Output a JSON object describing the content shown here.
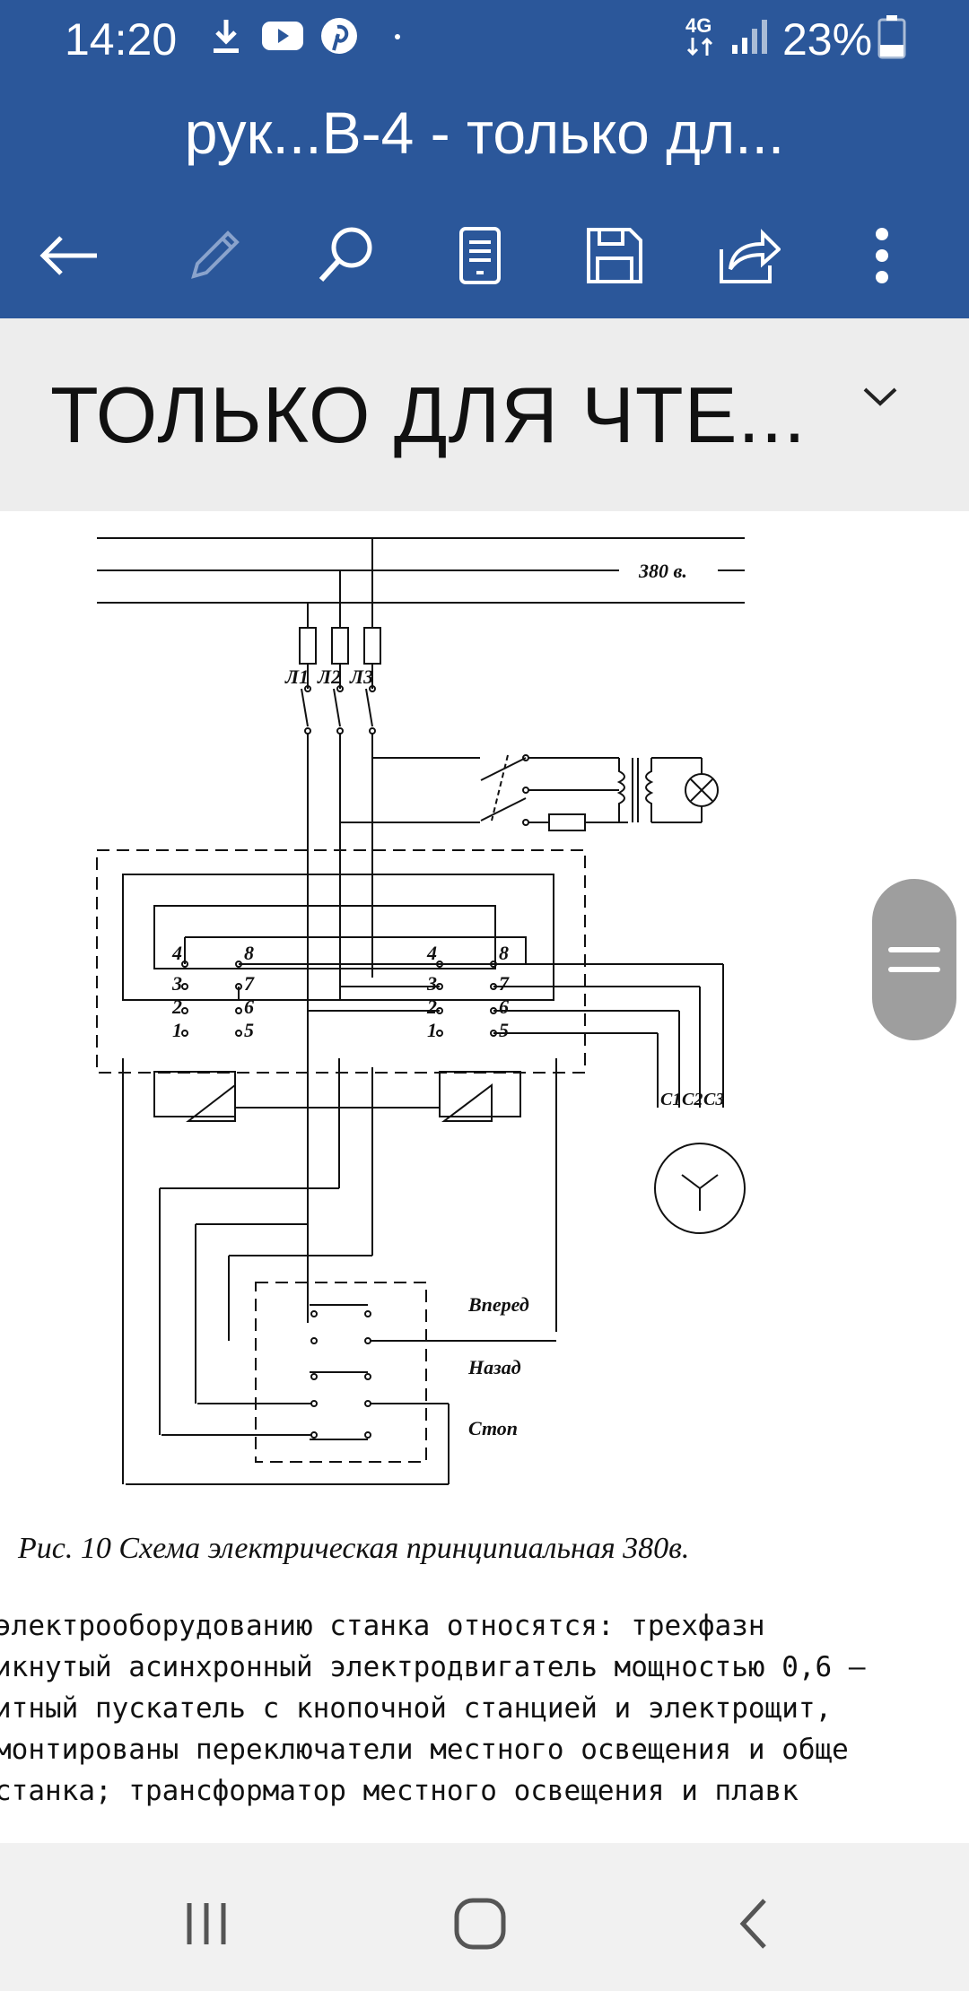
{
  "status_bar": {
    "time": "14:20",
    "network": "4G",
    "battery": "23%",
    "icons": [
      "download-icon",
      "youtube-icon",
      "pinterest-icon",
      "dot-icon",
      "signal-icon",
      "battery-icon"
    ]
  },
  "header": {
    "title": "рук...В-4 - только дл...",
    "toolbar": [
      "back-arrow-icon",
      "edit-pencil-icon",
      "search-icon",
      "reading-view-icon",
      "save-icon",
      "share-icon",
      "more-icon"
    ]
  },
  "banner": {
    "text": "ТОЛЬКО ДЛЯ ЧТЕ...",
    "icon": "chevron-down-icon"
  },
  "schematic": {
    "voltage_label": "380 в.",
    "phase_labels": [
      "Л1",
      "Л2",
      "Л3"
    ],
    "contact_numbers_left": [
      "4",
      "3",
      "2",
      "1",
      "8",
      "7",
      "6",
      "5"
    ],
    "contact_numbers_right": [
      "4",
      "3",
      "2",
      "1",
      "8",
      "7",
      "6",
      "5"
    ],
    "motor_labels": [
      "С1",
      "С2",
      "С3"
    ],
    "button_labels": [
      "Вперед",
      "Назад",
      "Стоп"
    ]
  },
  "caption": "Рис. 10  Схема электрическая принципиальная 380в.",
  "body": {
    "lines": [
      "электрооборудованию   станка   относятся:   трехфазн",
      "икнутый асинхронный электродвигатель мощностью 0,6 –",
      "итный пускатель с кнопочной станцией и электрощит,",
      "монтированы переключатели местного освещения и обще",
      " станка; трансформатор местного освещения и плавк"
    ]
  },
  "navbar": {
    "icons": [
      "recent-apps-icon",
      "home-icon",
      "back-icon"
    ]
  },
  "colors": {
    "header": "#2b579a",
    "banner": "#ededed",
    "navbar": "#f1f1f1",
    "scroll_handle": "#9e9e9e"
  }
}
